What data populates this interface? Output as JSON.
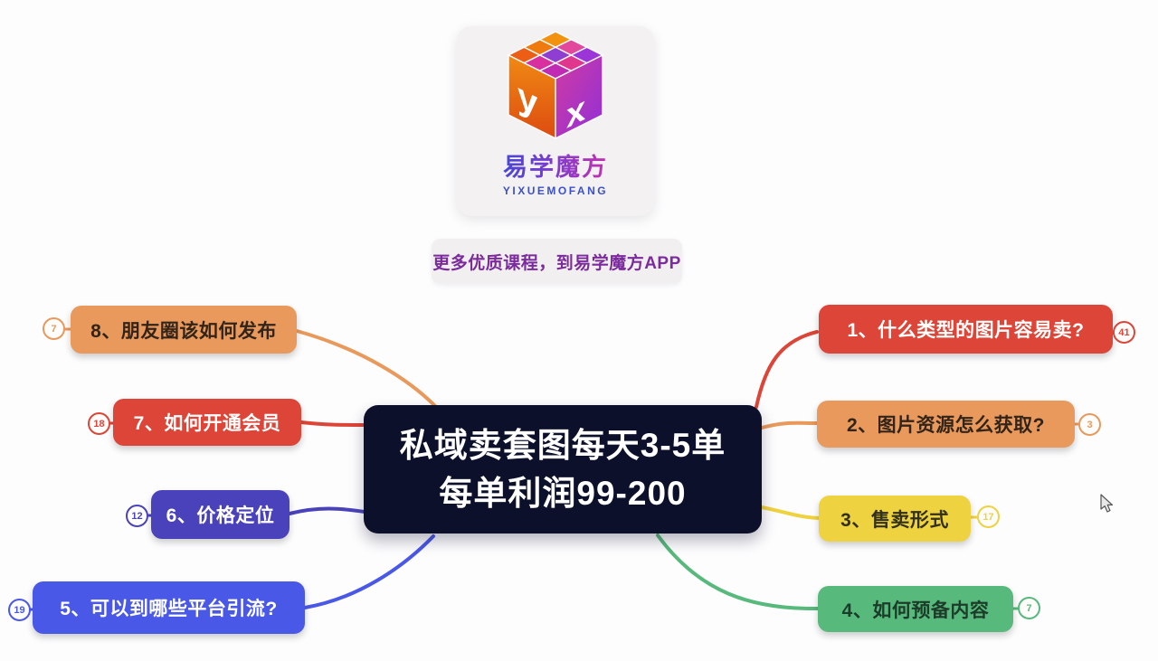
{
  "logo_card": {
    "brand_name": "易学魔方",
    "brand_romanized": "YIXUEMOFANG",
    "cube_top_colors": [
      "#f2920e",
      "#e2499c",
      "#9b35d8",
      "#ef7a10",
      "#8e3fd2",
      "#e0368e",
      "#ec5e16",
      "#d8309f",
      "#c12bb4"
    ],
    "cube_left_letter": "y",
    "cube_right_letter": "x"
  },
  "banner": {
    "text": "更多优质课程，到易学魔方APP",
    "text_color": "#7b2b9b"
  },
  "mindmap": {
    "root": {
      "line1": "私域卖套图每天3-5单",
      "line2": "每单利润99-200",
      "bg": "#0d102b",
      "text_color": "#ffffff"
    },
    "right_branches": [
      {
        "label": "1、什么类型的图片容易卖?",
        "count": "41",
        "color": "#dc4537",
        "text_color": "#ffffff"
      },
      {
        "label": "2、图片资源怎么获取?",
        "count": "3",
        "color": "#e8995b",
        "text_color": "#33241a"
      },
      {
        "label": "3、售卖形式",
        "count": "17",
        "color": "#eed23f",
        "text_color": "#32301b"
      },
      {
        "label": "4、如何预备内容",
        "count": "7",
        "color": "#57b97b",
        "text_color": "#1d3b29"
      }
    ],
    "left_branches": [
      {
        "label": "8、朋友圈该如何发布",
        "count": "7",
        "color": "#e8995b",
        "text_color": "#33241a"
      },
      {
        "label": "7、如何开通会员",
        "count": "18",
        "color": "#dc4537",
        "text_color": "#ffffff"
      },
      {
        "label": "6、价格定位",
        "count": "12",
        "color": "#4a42bb",
        "text_color": "#ffffff"
      },
      {
        "label": "5、可以到哪些平台引流?",
        "count": "19",
        "color": "#4a58e8",
        "text_color": "#ffffff"
      }
    ]
  },
  "cursor": {
    "shape": "arrow"
  }
}
